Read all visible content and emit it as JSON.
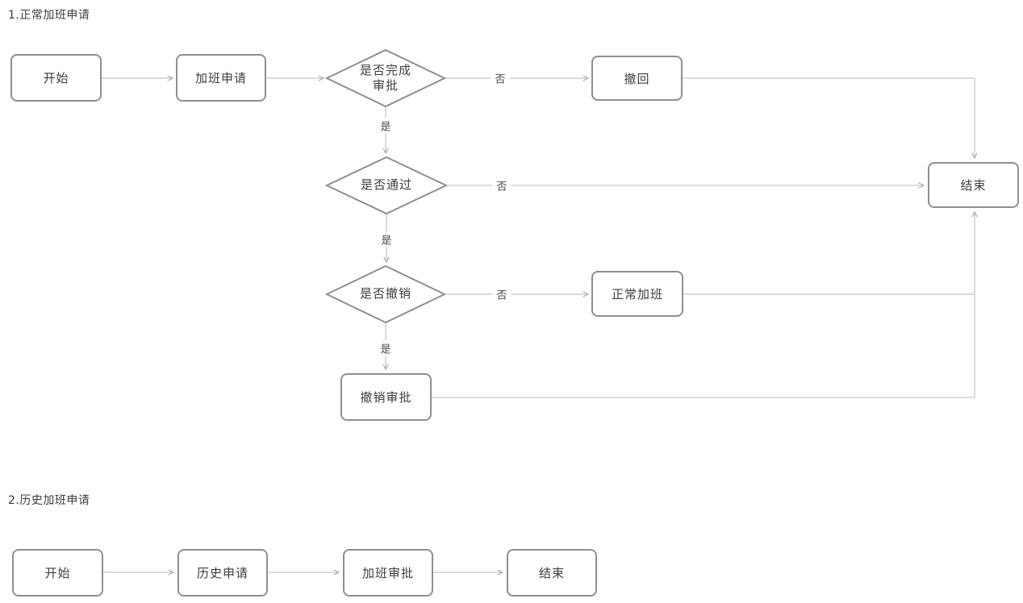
{
  "colors": {
    "background": "#ffffff",
    "node_border": "#8f8f8f",
    "connector": "#b9b9b9",
    "text": "#3d3d3d"
  },
  "flow1": {
    "title": "1.正常加班申请",
    "nodes": {
      "start": {
        "label": "开始",
        "type": "rounded-rect"
      },
      "apply": {
        "label": "加班申请",
        "type": "rounded-rect"
      },
      "decision_complete": {
        "label": "是否完成\n审批",
        "type": "diamond"
      },
      "withdraw": {
        "label": "撤回",
        "type": "rounded-rect"
      },
      "end": {
        "label": "结束",
        "type": "rounded-rect"
      },
      "decision_pass": {
        "label": "是否通过",
        "type": "diamond"
      },
      "decision_revoke": {
        "label": "是否撤销",
        "type": "diamond"
      },
      "normal_overtime": {
        "label": "正常加班",
        "type": "rounded-rect"
      },
      "revoke_approval": {
        "label": "撤销审批",
        "type": "rounded-rect"
      }
    },
    "edges": [
      {
        "from": "start",
        "to": "apply",
        "label": ""
      },
      {
        "from": "apply",
        "to": "decision_complete",
        "label": ""
      },
      {
        "from": "decision_complete",
        "to": "withdraw",
        "label": "否"
      },
      {
        "from": "withdraw",
        "to": "end",
        "label": ""
      },
      {
        "from": "decision_complete",
        "to": "decision_pass",
        "label": "是"
      },
      {
        "from": "decision_pass",
        "to": "end",
        "label": "否"
      },
      {
        "from": "decision_pass",
        "to": "decision_revoke",
        "label": "是"
      },
      {
        "from": "decision_revoke",
        "to": "normal_overtime",
        "label": "否"
      },
      {
        "from": "normal_overtime",
        "to": "end",
        "label": ""
      },
      {
        "from": "decision_revoke",
        "to": "revoke_approval",
        "label": "是"
      },
      {
        "from": "revoke_approval",
        "to": "end",
        "label": ""
      }
    ]
  },
  "flow2": {
    "title": "2.历史加班申请",
    "nodes": {
      "start": {
        "label": "开始",
        "type": "rounded-rect"
      },
      "history_apply": {
        "label": "历史申请",
        "type": "rounded-rect"
      },
      "overtime_approval": {
        "label": "加班审批",
        "type": "rounded-rect"
      },
      "end": {
        "label": "结束",
        "type": "rounded-rect"
      }
    },
    "edges": [
      {
        "from": "start",
        "to": "history_apply",
        "label": ""
      },
      {
        "from": "history_apply",
        "to": "overtime_approval",
        "label": ""
      },
      {
        "from": "overtime_approval",
        "to": "end",
        "label": ""
      }
    ]
  }
}
